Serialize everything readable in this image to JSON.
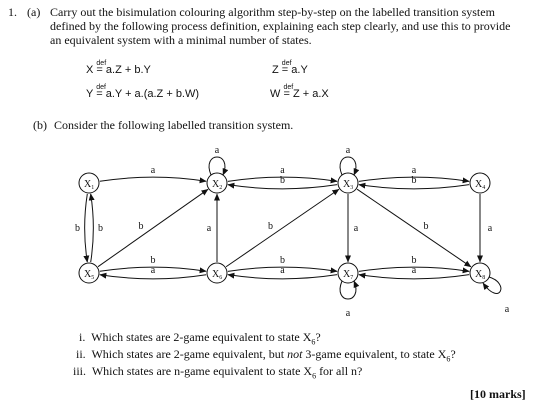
{
  "question": {
    "number": "1.",
    "part_a": {
      "label": "(a)",
      "lines": [
        "Carry out the bisimulation colouring algorithm step-by-step on the labelled transition system",
        "defined by the following process definition, explaining each step clearly, and use this to provide",
        "an equivalent system with a minimal number of states."
      ],
      "definitions": [
        {
          "lhs": "X",
          "eq": "=",
          "def": "def",
          "rhs": "a.Z + b.Y"
        },
        {
          "lhs": "Z",
          "eq": "=",
          "def": "def",
          "rhs": "a.Y"
        },
        {
          "lhs": "Y",
          "eq": "=",
          "def": "def",
          "rhs": "a.Y + a.(a.Z + b.W)"
        },
        {
          "lhs": "W",
          "eq": "=",
          "def": "def",
          "rhs": "Z + a.X"
        }
      ]
    },
    "part_b": {
      "label": "(b)",
      "text": "Consider the following labelled transition system."
    },
    "subquestions": [
      {
        "num": "i.",
        "pre": "Which states are 2-game equivalent to state X",
        "sub": "6",
        "post": "?"
      },
      {
        "num": "ii.",
        "pre": "Which states are 2-game equivalent, but ",
        "em": "not",
        "mid": " 3-game equivalent, to state X",
        "sub": "6",
        "post": "?"
      },
      {
        "num": "iii.",
        "pre": "Which states are n-game equivalent to state X",
        "sub": "6",
        "post": " for all n?"
      }
    ],
    "marks": "[10 marks]"
  },
  "diagram": {
    "states": [
      {
        "id": "X1",
        "base": "X",
        "sub": "1"
      },
      {
        "id": "X2",
        "base": "X",
        "sub": "2"
      },
      {
        "id": "X3",
        "base": "X",
        "sub": "3"
      },
      {
        "id": "X4",
        "base": "X",
        "sub": "4"
      },
      {
        "id": "X5",
        "base": "X",
        "sub": "5"
      },
      {
        "id": "X6",
        "base": "X",
        "sub": "6"
      },
      {
        "id": "X7",
        "base": "X",
        "sub": "7"
      },
      {
        "id": "X8",
        "base": "X",
        "sub": "8"
      }
    ],
    "transitions": [
      {
        "from": "X1",
        "to": "X2",
        "label": "a"
      },
      {
        "from": "X2",
        "to": "X2",
        "label": "a"
      },
      {
        "from": "X2",
        "to": "X3",
        "label": "a"
      },
      {
        "from": "X3",
        "to": "X2",
        "label": "b"
      },
      {
        "from": "X3",
        "to": "X3",
        "label": "a"
      },
      {
        "from": "X3",
        "to": "X4",
        "label": "a"
      },
      {
        "from": "X4",
        "to": "X3",
        "label": "b"
      },
      {
        "from": "X1",
        "to": "X5",
        "label": "b"
      },
      {
        "from": "X5",
        "to": "X1",
        "label": "b"
      },
      {
        "from": "X5",
        "to": "X2",
        "label": "b"
      },
      {
        "from": "X6",
        "to": "X2",
        "label": "a"
      },
      {
        "from": "X6",
        "to": "X3",
        "label": "b"
      },
      {
        "from": "X3",
        "to": "X7",
        "label": "a"
      },
      {
        "from": "X3",
        "to": "X8",
        "label": "b"
      },
      {
        "from": "X4",
        "to": "X8",
        "label": "a"
      },
      {
        "from": "X6",
        "to": "X5",
        "label": "a"
      },
      {
        "from": "X5",
        "to": "X6",
        "label": "b"
      },
      {
        "from": "X7",
        "to": "X6",
        "label": "a"
      },
      {
        "from": "X6",
        "to": "X7",
        "label": "b"
      },
      {
        "from": "X7",
        "to": "X7",
        "label": "a"
      },
      {
        "from": "X8",
        "to": "X7",
        "label": "a"
      },
      {
        "from": "X7",
        "to": "X8",
        "label": "b"
      },
      {
        "from": "X8",
        "to": "X8",
        "label": "a"
      }
    ]
  }
}
